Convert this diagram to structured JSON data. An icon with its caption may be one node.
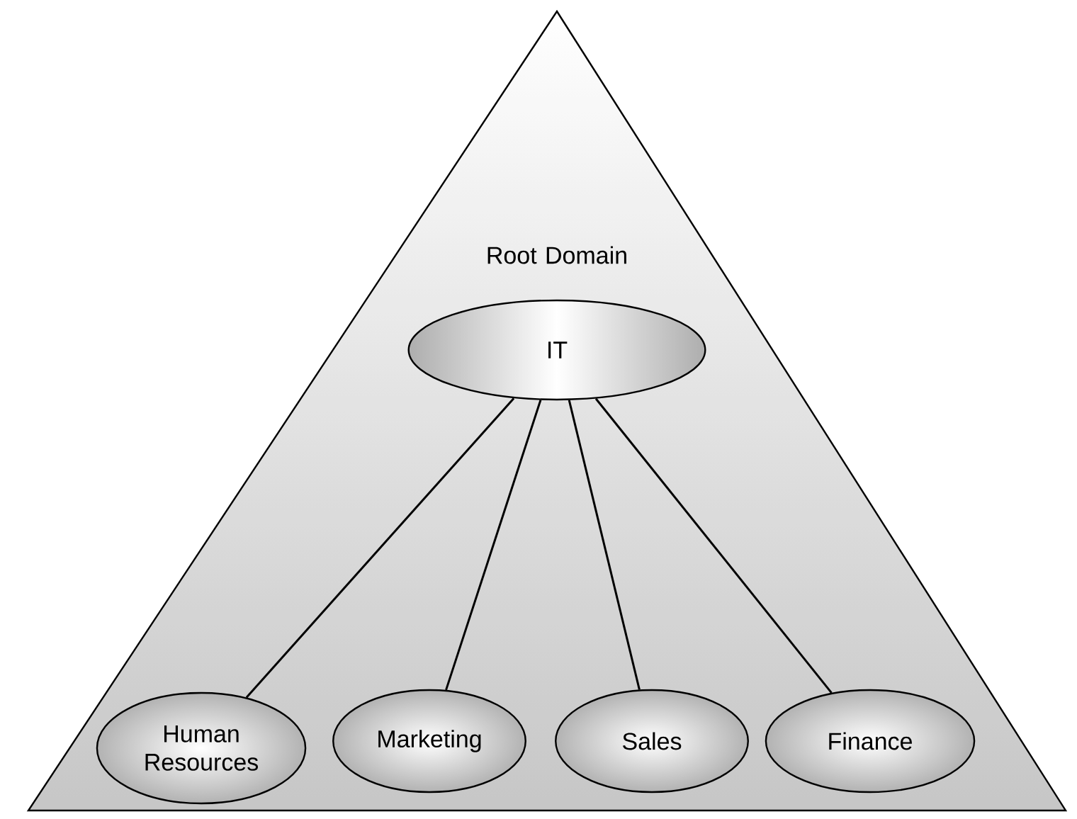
{
  "diagram": {
    "nodes": [
      {
        "text": [
          "Root Domain"
        ]
      },
      {
        "text": [
          "IT"
        ],
        "in": 0
      },
      {
        "text": [
          "Human Resources"
        ],
        "in": 0
      },
      {
        "text": [
          "Marketing"
        ],
        "in": 0
      },
      {
        "text": [
          "Sales"
        ],
        "in": 0
      },
      {
        "text": [
          "Finance"
        ],
        "in": 0
      }
    ],
    "edges": [
      {
        "from": 1,
        "to": 2,
        "arrow": "none"
      },
      {
        "from": 1,
        "to": 3,
        "arrow": "none"
      },
      {
        "from": 1,
        "to": 4,
        "arrow": "none"
      },
      {
        "from": 1,
        "to": 5,
        "arrow": "none"
      }
    ]
  }
}
